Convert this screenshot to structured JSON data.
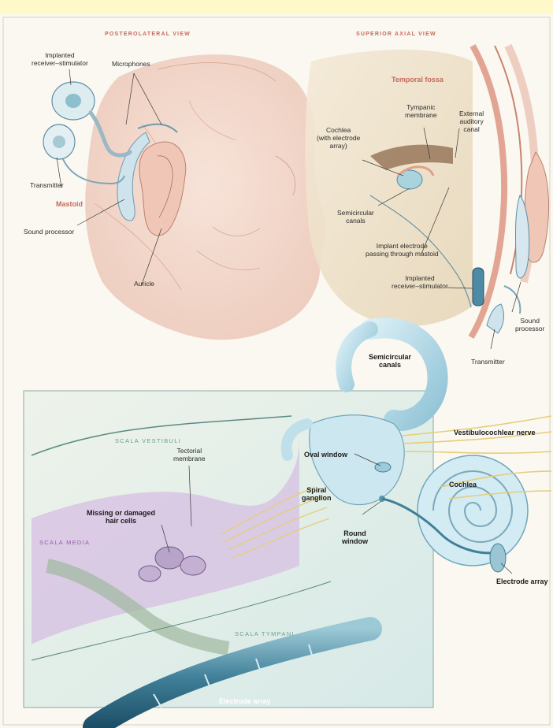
{
  "views": {
    "posterolateral_title": "POSTEROLATERAL VIEW",
    "superior_title": "SUPERIOR AXIAL VIEW"
  },
  "labels_left": {
    "implanted_receiver": "Implanted\nreceiver–stimulator",
    "microphones": "Microphones",
    "transmitter": "Transmitter",
    "mastoid": "Mastoid",
    "sound_processor": "Sound processor",
    "auricle": "Auricle"
  },
  "labels_right": {
    "temporal_fossa": "Temporal fossa",
    "tympanic_membrane": "Tympanic\nmembrane",
    "external_auditory_canal": "External\nauditory\ncanal",
    "cochlea_electrode": "Cochlea\n(with electrode\narray)",
    "semicircular_canals": "Semicircular\ncanals",
    "implant_electrode": "Implant electrode\npassing through mastoid",
    "implanted_receiver": "Implanted\nreceiver–stimulator",
    "sound_processor": "Sound\nprocessor",
    "transmitter": "Transmitter"
  },
  "labels_inner_ear": {
    "semicircular_canals": "Semicircular\ncanals",
    "vestibulocochlear_nerve": "Vestibulocochlear nerve",
    "oval_window": "Oval window",
    "cochlea": "Cochlea",
    "round_window": "Round\nwindow",
    "electrode_array": "Electrode array"
  },
  "labels_cross_section": {
    "scala_vestibuli": "SCALA VESTIBULI",
    "tectorial_membrane": "Tectorial\nmembrane",
    "spiral_ganglion": "Spiral\nganglion",
    "missing_hair_cells": "Missing or damaged\nhair cells",
    "scala_media": "SCALA MEDIA",
    "scala_tympani": "SCALA TYMPANI",
    "electrode_array": "Electrode array"
  }
}
